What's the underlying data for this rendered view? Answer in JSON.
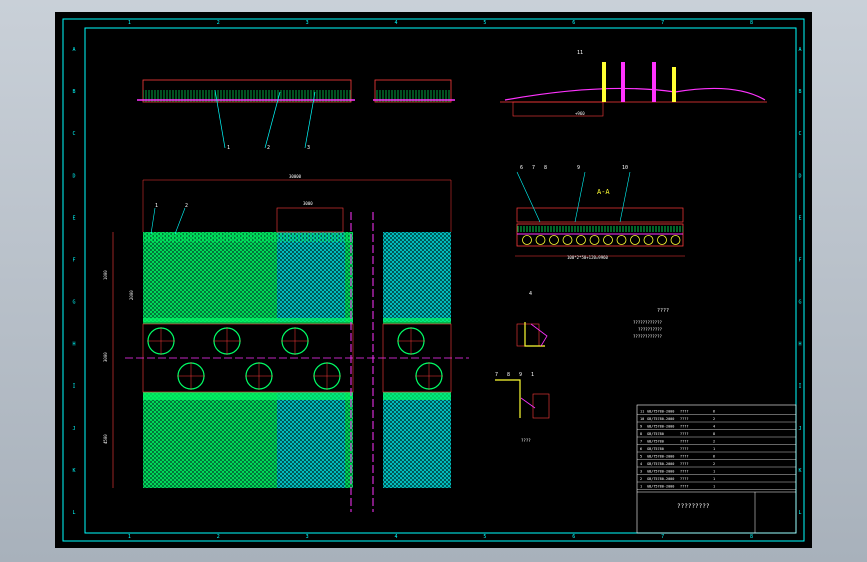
{
  "frame": {
    "columns": [
      "1",
      "2",
      "3",
      "4",
      "5",
      "6",
      "7",
      "8"
    ],
    "rows": [
      "A",
      "B",
      "C",
      "D",
      "E",
      "F",
      "G",
      "H",
      "I",
      "J",
      "K",
      "L"
    ]
  },
  "dimensions": {
    "overall_width": "30000",
    "module_width": "3000",
    "side_1": "1000",
    "side_2": "2000",
    "middle_height": "3000",
    "lower_height": "4500",
    "length_note": "100*2*50+120=9960",
    "short_1": "+960"
  },
  "callouts": {
    "section_top": [
      "1",
      "2",
      "3"
    ],
    "plan": [
      "1",
      "2"
    ],
    "section_right": [
      "11"
    ],
    "section_mid": [
      "6",
      "7",
      "8",
      "9",
      "10"
    ],
    "detail_a": [
      "4"
    ],
    "detail_b": [
      "7",
      "8",
      "9",
      "1"
    ]
  },
  "notes": {
    "heading": "????",
    "lines": [
      "????????????",
      "??????????",
      "????????????"
    ],
    "detail_title": "????",
    "section_mark": "A-A"
  },
  "title_block": {
    "drawing_title": "?????????",
    "table_rows": [
      {
        "no": "11",
        "code": "GB/T5780-2000",
        "name": "????",
        "qty": "6"
      },
      {
        "no": "10",
        "code": "GB/T5780-2000",
        "name": "????",
        "qty": "2"
      },
      {
        "no": "9",
        "code": "GB/T5780-2000",
        "name": "????",
        "qty": "4"
      },
      {
        "no": "8",
        "code": "GB/T5780",
        "name": "????",
        "qty": "8"
      },
      {
        "no": "7",
        "code": "GB/T5780",
        "name": "????",
        "qty": "2"
      },
      {
        "no": "6",
        "code": "GB/T5780",
        "name": "????",
        "qty": "1"
      },
      {
        "no": "5",
        "code": "GB/T5780-2000",
        "name": "????",
        "qty": "6"
      },
      {
        "no": "4",
        "code": "GB/T5780-2000",
        "name": "????",
        "qty": "2"
      },
      {
        "no": "3",
        "code": "GB/T5780-2000",
        "name": "????",
        "qty": "1"
      },
      {
        "no": "2",
        "code": "GB/T5780-2000",
        "name": "????",
        "qty": "1"
      },
      {
        "no": "1",
        "code": "GB/T5780-2000",
        "name": "????",
        "qty": "1"
      }
    ]
  },
  "colors": {
    "border": "#00ffff",
    "outline": "#ff3b3b",
    "fill_green": "#00ff66",
    "fill_cyan": "#00e5e5",
    "accent_magenta": "#ff33ff",
    "accent_yellow": "#ffff33",
    "accent_blue": "#3333ff",
    "text_white": "#ffffff"
  }
}
